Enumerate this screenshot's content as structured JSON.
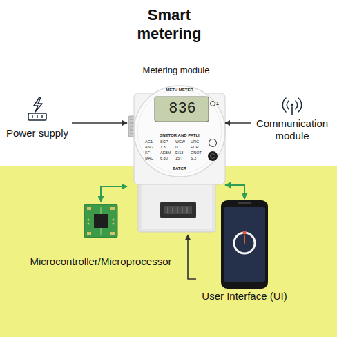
{
  "diagram": {
    "title": "Smart metering",
    "nodes": [
      {
        "text": [
          "Metering module"
        ]
      },
      {
        "text": [
          "Power supply"
        ]
      },
      {
        "text": [
          "Communication module"
        ]
      },
      {
        "text": [
          "Microcontroller/Microprocessor"
        ]
      },
      {
        "text": [
          "User Interface (UI)"
        ]
      }
    ],
    "edges": [
      {
        "from": 1,
        "to": 0,
        "arrow": "to"
      },
      {
        "from": 2,
        "to": 0,
        "arrow": "to"
      },
      {
        "from": 3,
        "to": 0,
        "arrow": "both"
      },
      {
        "from": 4,
        "to": 0,
        "arrow": "both"
      },
      {
        "from": 4,
        "to": 0,
        "arrow": "to"
      }
    ],
    "labels": [
      "METU METER",
      "836",
      "1",
      "SNETOR AND PATLI",
      "AG1",
      "SCP",
      "WEW",
      "URC",
      "ANG",
      "1.3",
      "I1",
      "ECR",
      "KF",
      "AEBM",
      "E/13",
      "GNOT",
      "MAC",
      "6.30",
      "15/7",
      "S.2",
      "EATCR"
    ]
  }
}
